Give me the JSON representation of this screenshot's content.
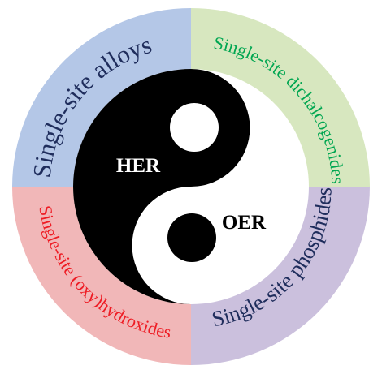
{
  "quadrants": {
    "top_left": {
      "label": "Single-site alloys",
      "fill": "#b4c7e7",
      "text_color": "#1f2d5c"
    },
    "top_right": {
      "label": "Single-site dichalcogenides",
      "fill": "#d7e7bf",
      "text_color": "#00a651"
    },
    "bottom_right": {
      "label": "Single-site phosphides",
      "fill": "#cbc0dd",
      "text_color": "#1f2d5c"
    },
    "bottom_left": {
      "label": "Single-site (oxy)hydroxides",
      "fill": "#f1b7b8",
      "text_color": "#ee1c24"
    }
  },
  "yin_yang": {
    "dark_color": "#000000",
    "light_color": "#ffffff",
    "dark_label": "HER",
    "light_label": "OER"
  }
}
